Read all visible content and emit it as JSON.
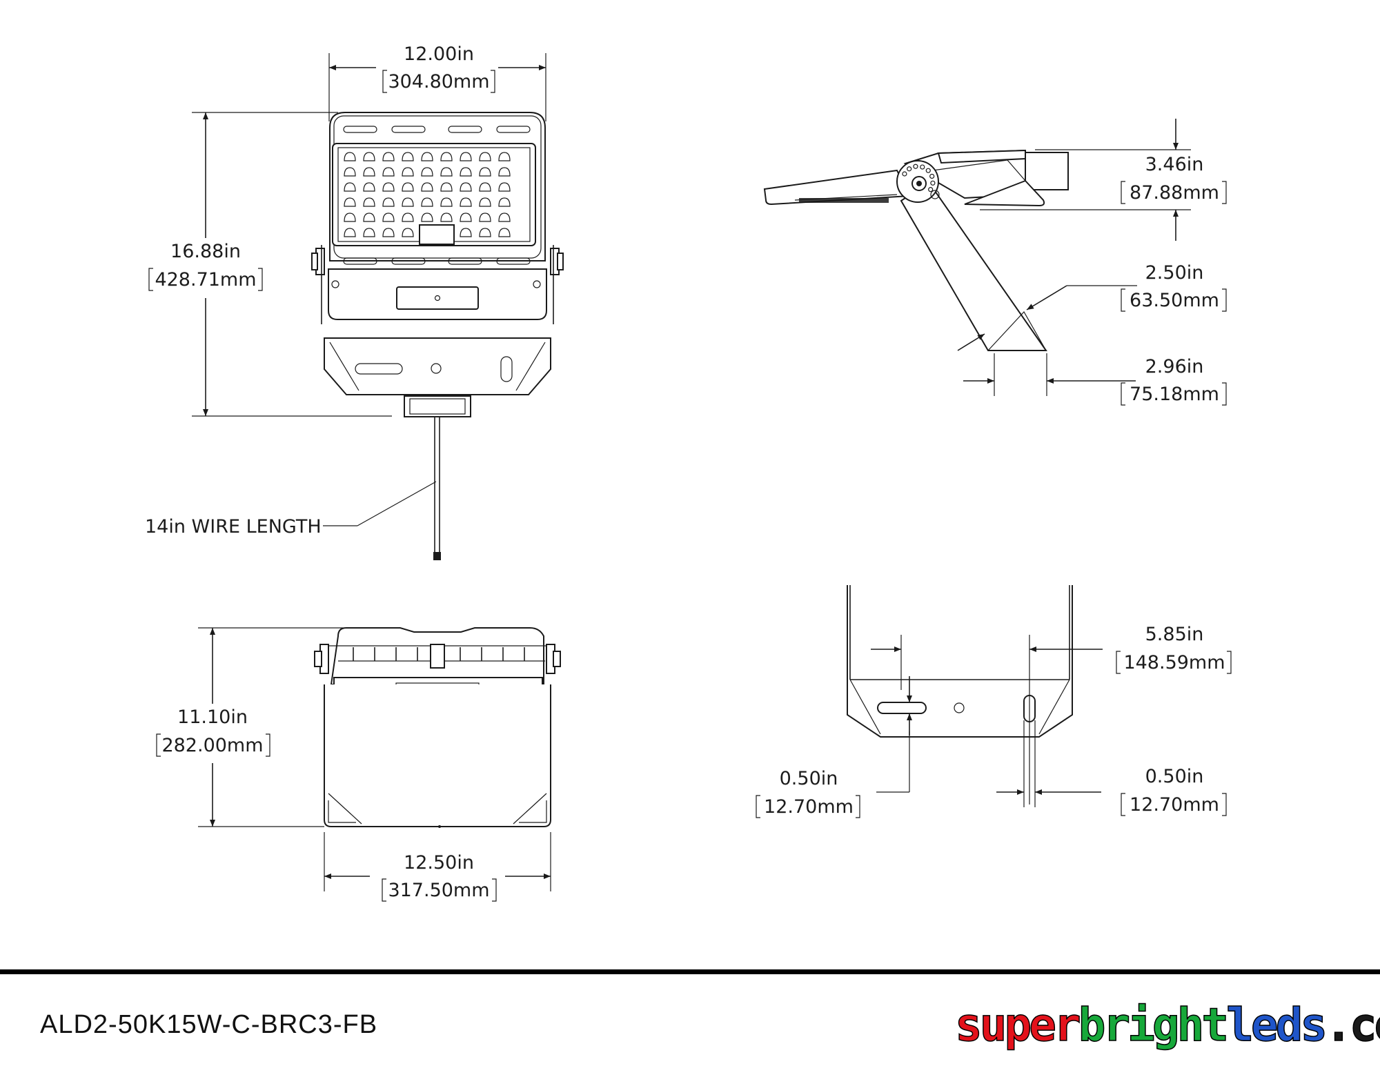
{
  "part_number": "ALD2-50K15W-C-BRC3-FB",
  "logo": {
    "segments": [
      {
        "text": "super",
        "color": "#e3121b"
      },
      {
        "text": "bright",
        "color": "#17a83a"
      },
      {
        "text": "leds",
        "color": "#1f55c9"
      },
      {
        "text": ".com",
        "color": "#1a1a1a"
      }
    ]
  },
  "colors": {
    "line": "#1a1a1a",
    "background": "#ffffff",
    "rule": "#000000"
  },
  "dimensions": {
    "front_width": {
      "imperial": "12.00in",
      "metric": "304.80mm"
    },
    "front_height": {
      "imperial": "16.88in",
      "metric": "428.71mm"
    },
    "wire_note": "14in WIRE LENGTH",
    "side_depth": {
      "imperial": "3.46in",
      "metric": "87.88mm"
    },
    "side_arm_width": {
      "imperial": "2.50in",
      "metric": "63.50mm"
    },
    "side_base_width": {
      "imperial": "2.96in",
      "metric": "75.18mm"
    },
    "bottom_height": {
      "imperial": "11.10in",
      "metric": "282.00mm"
    },
    "bottom_width": {
      "imperial": "12.50in",
      "metric": "317.50mm"
    },
    "mount_spacing": {
      "imperial": "5.85in",
      "metric": "148.59mm"
    },
    "slot_height": {
      "imperial": "0.50in",
      "metric": "12.70mm"
    },
    "slot_width": {
      "imperial": "0.50in",
      "metric": "12.70mm"
    }
  }
}
